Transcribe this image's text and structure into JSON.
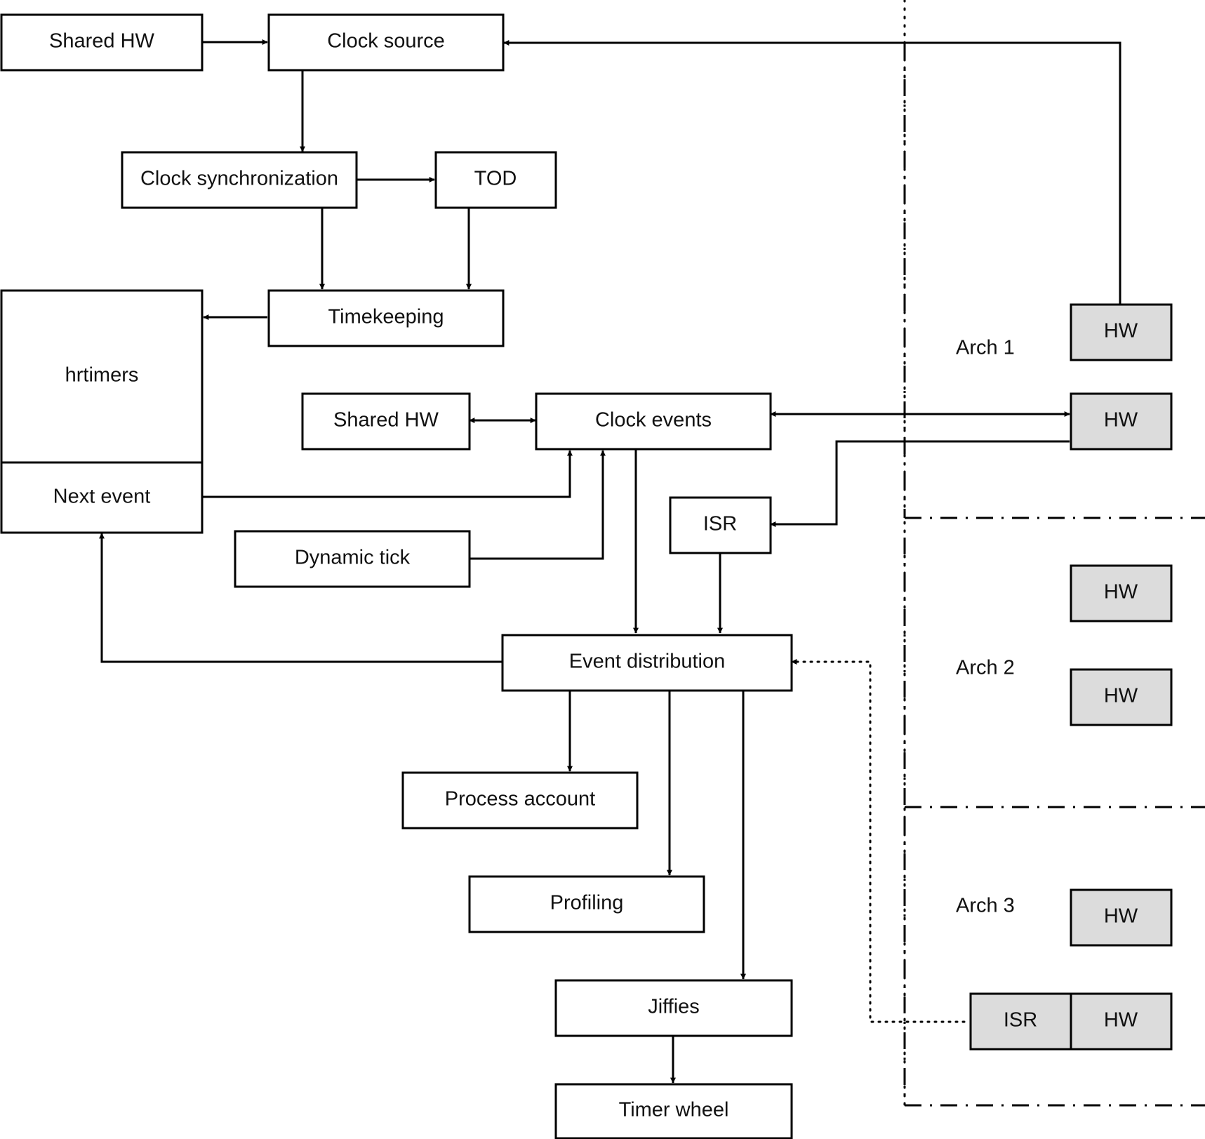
{
  "nodes": {
    "shared_hw_top": "Shared HW",
    "clock_source": "Clock source",
    "clock_sync": "Clock synchronization",
    "tod": "TOD",
    "timekeeping": "Timekeeping",
    "hrtimers": "hrtimers",
    "next_event": "Next event",
    "shared_hw_mid": "Shared HW",
    "clock_events": "Clock events",
    "isr_mid": "ISR",
    "dynamic_tick": "Dynamic tick",
    "event_distribution": "Event distribution",
    "process_account": "Process account",
    "profiling": "Profiling",
    "jiffies": "Jiffies",
    "timer_wheel": "Timer wheel",
    "arch1_hw_1": "HW",
    "arch1_hw_2": "HW",
    "arch2_hw_1": "HW",
    "arch2_hw_2": "HW",
    "arch3_hw_1": "HW",
    "arch3_isr": "ISR",
    "arch3_hw_2": "HW"
  },
  "regions": {
    "arch1": "Arch 1",
    "arch2": "Arch 2",
    "arch3": "Arch 3"
  },
  "colors": {
    "hw_fill": "#dcdcdc",
    "line": "#000000",
    "background": "#ffffff"
  }
}
